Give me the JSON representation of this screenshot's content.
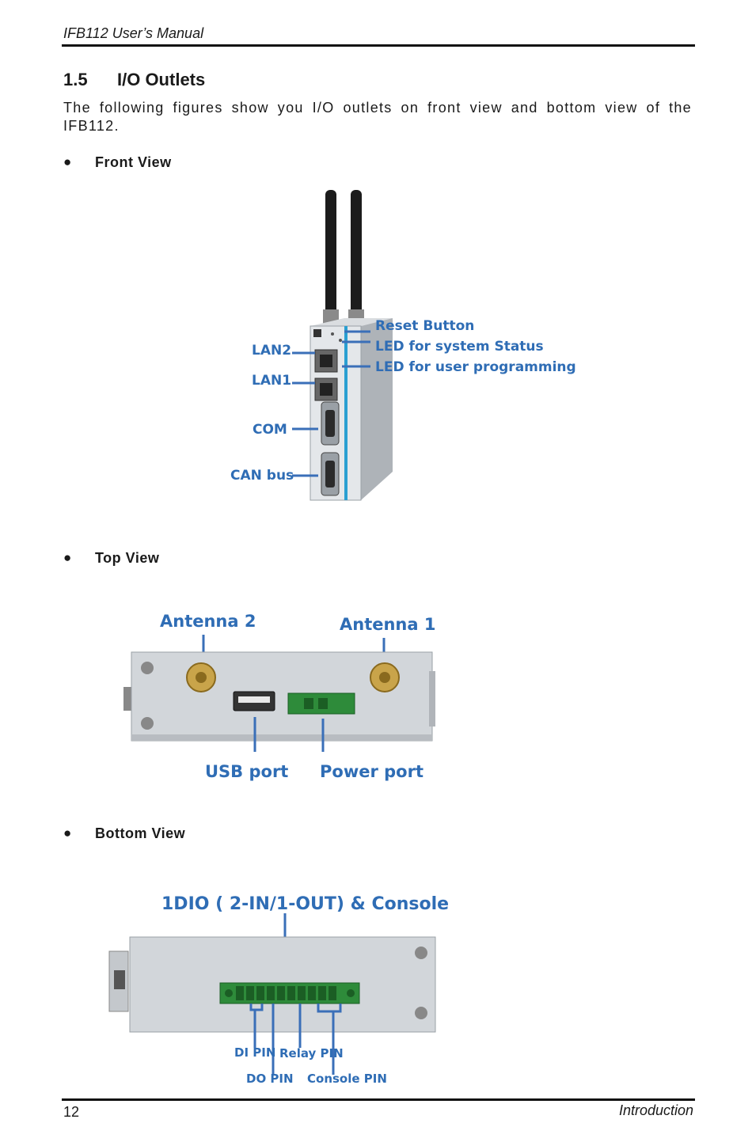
{
  "header": {
    "title": "IFB112  User’s Manual"
  },
  "section": {
    "number": "1.5",
    "title": "I/O Outlets"
  },
  "intro": "The following figures show you I/O outlets on front view and bottom view of the IFB112.",
  "bullets": {
    "front": "Front View",
    "top": "Top  View",
    "bottom": "Bottom View"
  },
  "front_view": {
    "labels": {
      "lan2": "LAN2",
      "lan1": "LAN1",
      "com": "COM",
      "can": "CAN bus",
      "reset": "Reset Button",
      "led_status": "LED for system Status",
      "led_user": "LED for user programming"
    }
  },
  "top_view": {
    "labels": {
      "ant2": "Antenna 2",
      "ant1": "Antenna 1",
      "usb": "USB port",
      "power": "Power port"
    }
  },
  "bottom_view": {
    "labels": {
      "title": "1DIO ( 2-IN/1-OUT) & Console",
      "di": "DI PIN",
      "do": "DO PIN",
      "relay": "Relay PIN",
      "console": "Console PIN"
    }
  },
  "footer": {
    "page": "12",
    "section": "Introduction"
  },
  "colors": {
    "label_blue": "#2f6db5",
    "terminal_green": "#2e8b3a",
    "chassis": "#c9cdd1"
  }
}
